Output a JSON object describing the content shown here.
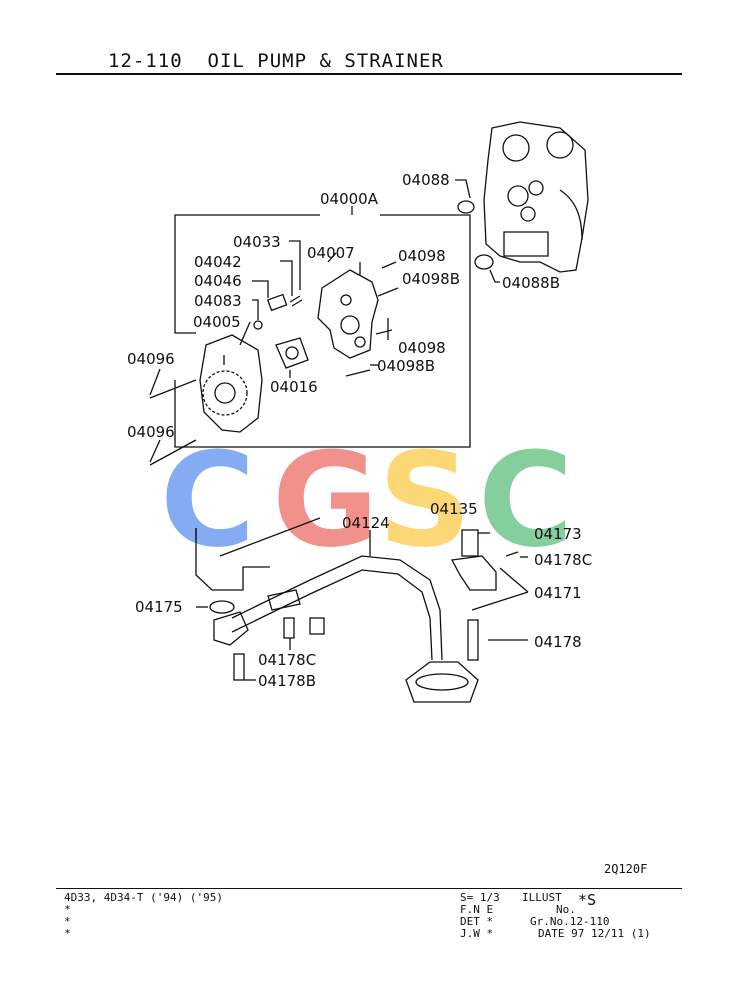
{
  "header": {
    "title": "12-110  OIL PUMP & STRAINER"
  },
  "watermark": {
    "letters": [
      "C",
      "G",
      "S",
      "C"
    ],
    "colors": [
      "#7fa8f2",
      "#f08c86",
      "#fbd66e",
      "#7fcc98"
    ]
  },
  "diagram": {
    "labels": {
      "p04088": "04088",
      "p04000A": "04000A",
      "p04033": "04033",
      "p04007": "04007",
      "p04098a": "04098",
      "p04042": "04042",
      "p04046": "04046",
      "p04098Ba": "04098B",
      "p04088B": "04088B",
      "p04083": "04083",
      "p04005": "04005",
      "p04098b": "04098",
      "p04096a": "04096",
      "p04098Bb": "04098B",
      "p04016": "04016",
      "p04096b": "04096",
      "p04135": "04135",
      "p04124": "04124",
      "p04173": "04173",
      "p04178C_right": "04178C",
      "p04171": "04171",
      "p04175": "04175",
      "p04178": "04178",
      "p04178C_bottom": "04178C",
      "p04178B": "04178B"
    },
    "code": "2Q120F"
  },
  "footer": {
    "models": "4D33, 4D34-T ('94) ('95)",
    "stars": [
      "*",
      "*",
      "*"
    ],
    "s_line": "S= 1/3",
    "illust_label": "ILLUST",
    "illust_no_label": "No.",
    "illust_no_value": "*S",
    "fne": "F.N E",
    "det": "DET *",
    "grno": "Gr.No.12-110",
    "jw": "J.W *",
    "date": "DATE 97 12/11 (1)"
  }
}
